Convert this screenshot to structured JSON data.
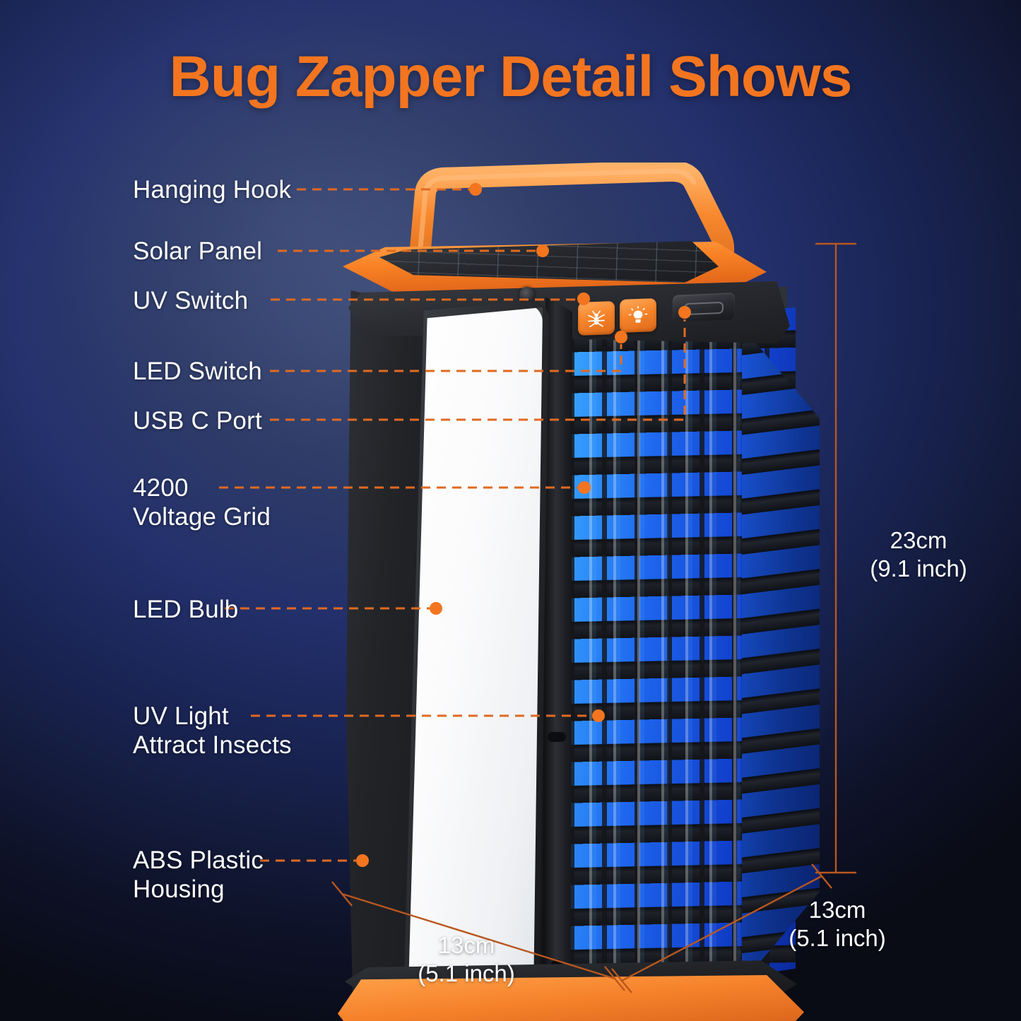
{
  "title": "Bug Zapper Detail Shows",
  "colors": {
    "accent_orange": "#F37520",
    "leader_orange": "#E06A22",
    "dim_line": "#B9571F",
    "label_text": "#FFFFFF",
    "uv_blue": "#1E66EE",
    "background_top_left": "#3C4A73",
    "background_bottom_right": "#090B15"
  },
  "callouts": [
    {
      "id": "hanging-hook",
      "label": "Hanging Hook"
    },
    {
      "id": "solar-panel",
      "label": "Solar Panel"
    },
    {
      "id": "uv-switch",
      "label": "UV Switch"
    },
    {
      "id": "led-switch",
      "label": "LED Switch"
    },
    {
      "id": "usb-c-port",
      "label": "USB C Port"
    },
    {
      "id": "voltage-grid",
      "label": "4200\nVoltage Grid"
    },
    {
      "id": "led-bulb",
      "label": "LED Bulb"
    },
    {
      "id": "uv-light",
      "label": "UV Light\nAttract Insects"
    },
    {
      "id": "abs-housing",
      "label": "ABS Plastic\nHousing"
    }
  ],
  "dimensions": {
    "height": "23cm\n(9.1 inch)",
    "width": "13cm\n(5.1 inch)",
    "depth": "13cm\n(5.1 inch)"
  },
  "product": {
    "icons": {
      "uv_switch": "mosquito-icon",
      "led_switch": "lightbulb-icon",
      "usb_port": "usb-icon"
    }
  }
}
